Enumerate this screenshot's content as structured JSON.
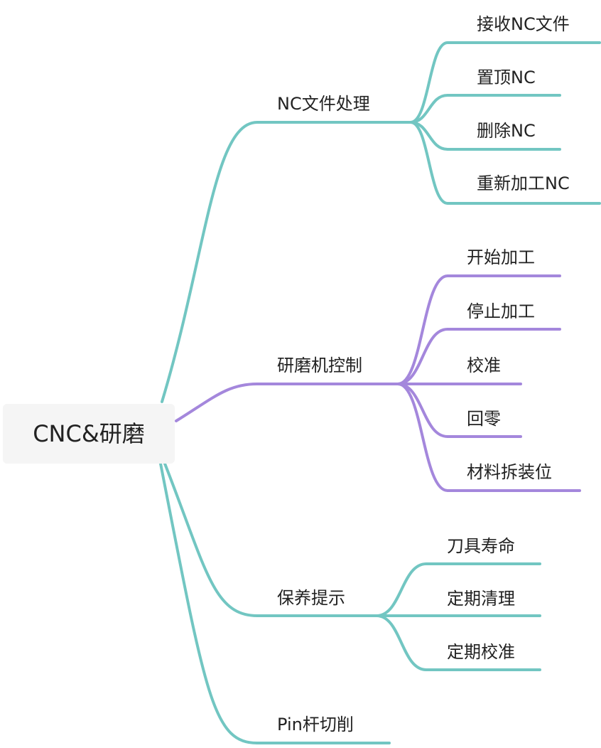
{
  "root": {
    "label": "CNC&研磨"
  },
  "colors": {
    "teal": "#72c6c2",
    "purple": "#a487dc"
  },
  "branches": [
    {
      "label": "NC文件处理",
      "color": "teal",
      "children": [
        "接收NC文件",
        "置顶NC",
        "删除NC",
        "重新加工NC"
      ]
    },
    {
      "label": "研磨机控制",
      "color": "purple",
      "children": [
        "开始加工",
        "停止加工",
        "校准",
        "回零",
        "材料拆装位"
      ]
    },
    {
      "label": "保养提示",
      "color": "teal",
      "children": [
        "刀具寿命",
        "定期清理",
        "定期校准"
      ]
    },
    {
      "label": "Pin杆切削",
      "color": "teal",
      "children": []
    }
  ]
}
